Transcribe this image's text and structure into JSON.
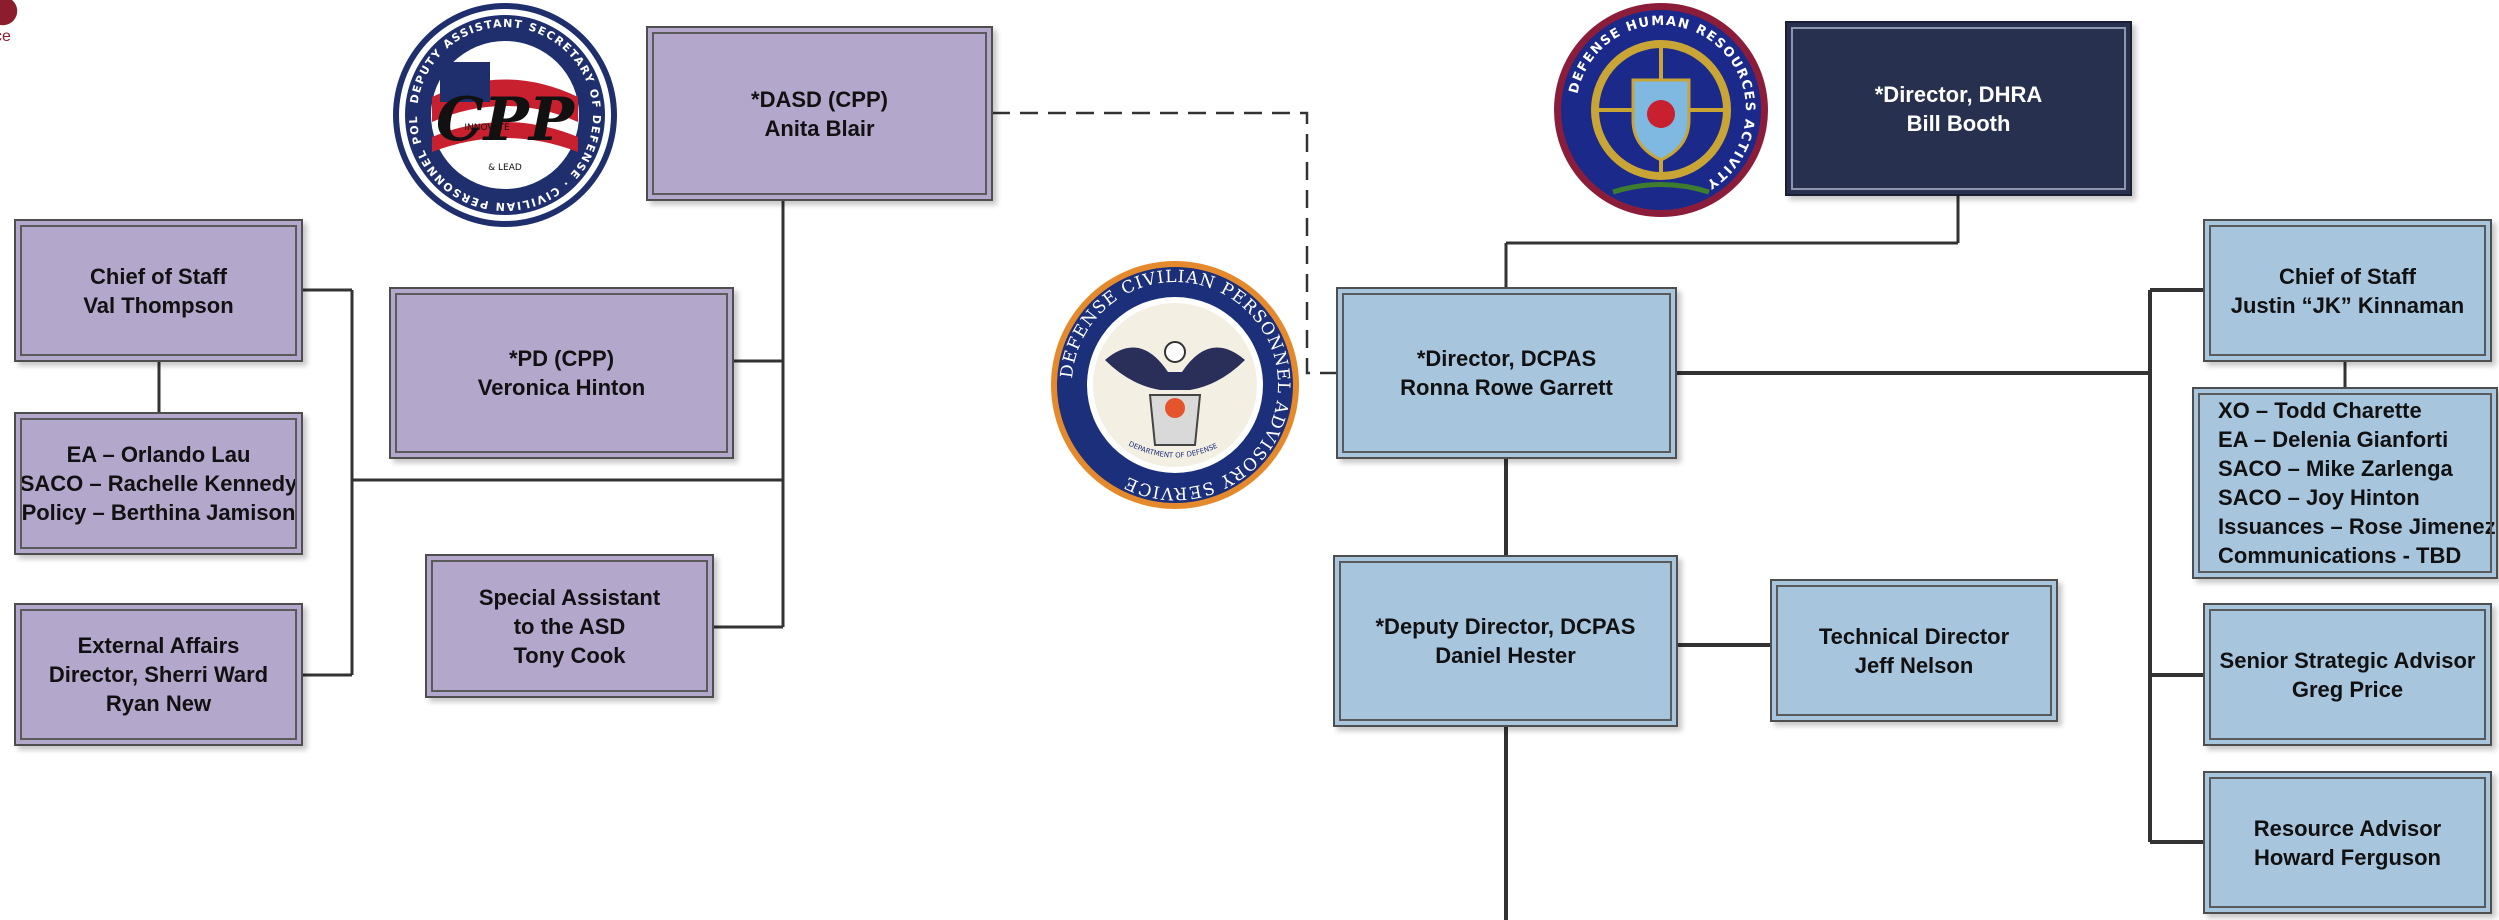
{
  "corner_fragment": {
    "text": "ce"
  },
  "seals": {
    "cpp": {
      "name": "cpp-seal",
      "ring_text": "DEPUTY ASSISTANT SECRETARY OF DEFENSE · CIVILIAN PERSONNEL POLICY",
      "center_text": "CPP",
      "ribbon_top": "INNOVATE",
      "ribbon_bottom": "& LEAD"
    },
    "dhra": {
      "name": "dhra-seal",
      "ring_text": "DEFENSE HUMAN RESOURCES ACTIVITY"
    },
    "dcpas": {
      "name": "dcpas-seal",
      "ring_text": "DEFENSE CIVILIAN PERSONNEL ADVISORY SERVICE",
      "bottom_text": "DEPARTMENT OF DEFENSE"
    }
  },
  "boxes": {
    "dasd": {
      "lines": [
        "*DASD (CPP)",
        "Anita Blair"
      ]
    },
    "chief_of_staff_cpp": {
      "lines": [
        "Chief of Staff",
        "Val Thompson"
      ]
    },
    "ea_saco_policy": {
      "lines": [
        "EA – Orlando Lau",
        "SACO – Rachelle Kennedy",
        "Policy – Berthina Jamison"
      ]
    },
    "external_affairs": {
      "lines": [
        "External Affairs",
        "Director, Sherri Ward",
        "Ryan New"
      ]
    },
    "pd_cpp": {
      "lines": [
        "*PD (CPP)",
        "Veronica Hinton"
      ]
    },
    "special_assistant": {
      "lines": [
        "Special Assistant",
        "to the ASD",
        "Tony Cook"
      ]
    },
    "director_dhra": {
      "lines": [
        "*Director, DHRA",
        "Bill Booth"
      ]
    },
    "director_dcpas": {
      "lines": [
        "*Director, DCPAS",
        "Ronna Rowe Garrett"
      ]
    },
    "deputy_director_dcpas": {
      "lines": [
        "*Deputy Director, DCPAS",
        "Daniel Hester"
      ]
    },
    "technical_director": {
      "lines": [
        "Technical Director",
        "Jeff Nelson"
      ]
    },
    "chief_of_staff_dcpas": {
      "lines": [
        "Chief of Staff",
        "Justin “JK” Kinnaman"
      ]
    },
    "dcpas_staff_list": {
      "lines": [
        "XO – Todd Charette",
        "EA – Delenia Gianforti",
        "SACO – Mike Zarlenga",
        "SACO – Joy Hinton",
        "Issuances – Rose Jimenez",
        "Communications - TBD"
      ]
    },
    "senior_strategic_advisor": {
      "lines": [
        "Senior Strategic Advisor",
        "Greg Price"
      ]
    },
    "resource_advisor": {
      "lines": [
        "Resource Advisor",
        "Howard Ferguson"
      ]
    }
  },
  "colors": {
    "cpp_boxes": "#b4a7cc",
    "dcpas_boxes": "#a8c5de",
    "dhra_box": "#27304f",
    "connector_lines": "#333333"
  }
}
